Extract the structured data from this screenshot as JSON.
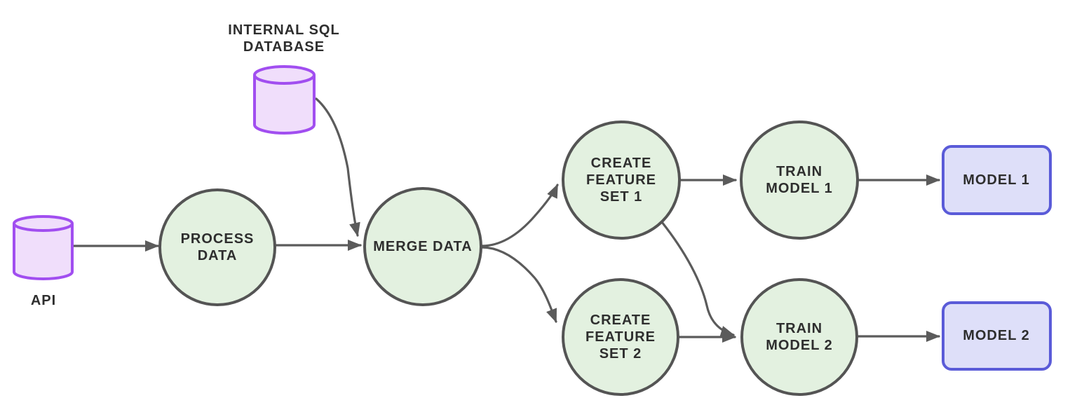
{
  "palette": {
    "background": "#ffffff",
    "process_node_fill": "#e3f1e0",
    "process_node_stroke": "#545454",
    "database_fill": "#f0defb",
    "database_stroke": "#a14ef0",
    "output_box_fill": "#dedff9",
    "output_box_stroke": "#5a5bd8",
    "arrow_color": "#5b5b5b",
    "text_color": "#2e2e2e"
  },
  "diagram": {
    "nodes": {
      "api": {
        "label": "API",
        "shape": "database-cylinder"
      },
      "internal_sql_database": {
        "label": "INTERNAL SQL DATABASE",
        "shape": "database-cylinder"
      },
      "process_data": {
        "label": "PROCESS DATA",
        "shape": "circle"
      },
      "merge_data": {
        "label": "MERGE DATA",
        "shape": "circle"
      },
      "create_feature_set_1": {
        "label": "CREATE FEATURE SET 1",
        "shape": "circle"
      },
      "create_feature_set_2": {
        "label": "CREATE FEATURE SET 2",
        "shape": "circle"
      },
      "train_model_1": {
        "label": "TRAIN MODEL 1",
        "shape": "circle"
      },
      "train_model_2": {
        "label": "TRAIN MODEL 2",
        "shape": "circle"
      },
      "model_1": {
        "label": "MODEL 1",
        "shape": "rounded-rectangle"
      },
      "model_2": {
        "label": "MODEL 2",
        "shape": "rounded-rectangle"
      }
    },
    "edges": [
      {
        "from": "api",
        "to": "process_data"
      },
      {
        "from": "process_data",
        "to": "merge_data"
      },
      {
        "from": "internal_sql_database",
        "to": "merge_data"
      },
      {
        "from": "merge_data",
        "to": "create_feature_set_1"
      },
      {
        "from": "merge_data",
        "to": "create_feature_set_2"
      },
      {
        "from": "create_feature_set_1",
        "to": "train_model_1"
      },
      {
        "from": "create_feature_set_1",
        "to": "train_model_2"
      },
      {
        "from": "create_feature_set_2",
        "to": "train_model_2"
      },
      {
        "from": "train_model_1",
        "to": "model_1"
      },
      {
        "from": "train_model_2",
        "to": "model_2"
      }
    ]
  }
}
